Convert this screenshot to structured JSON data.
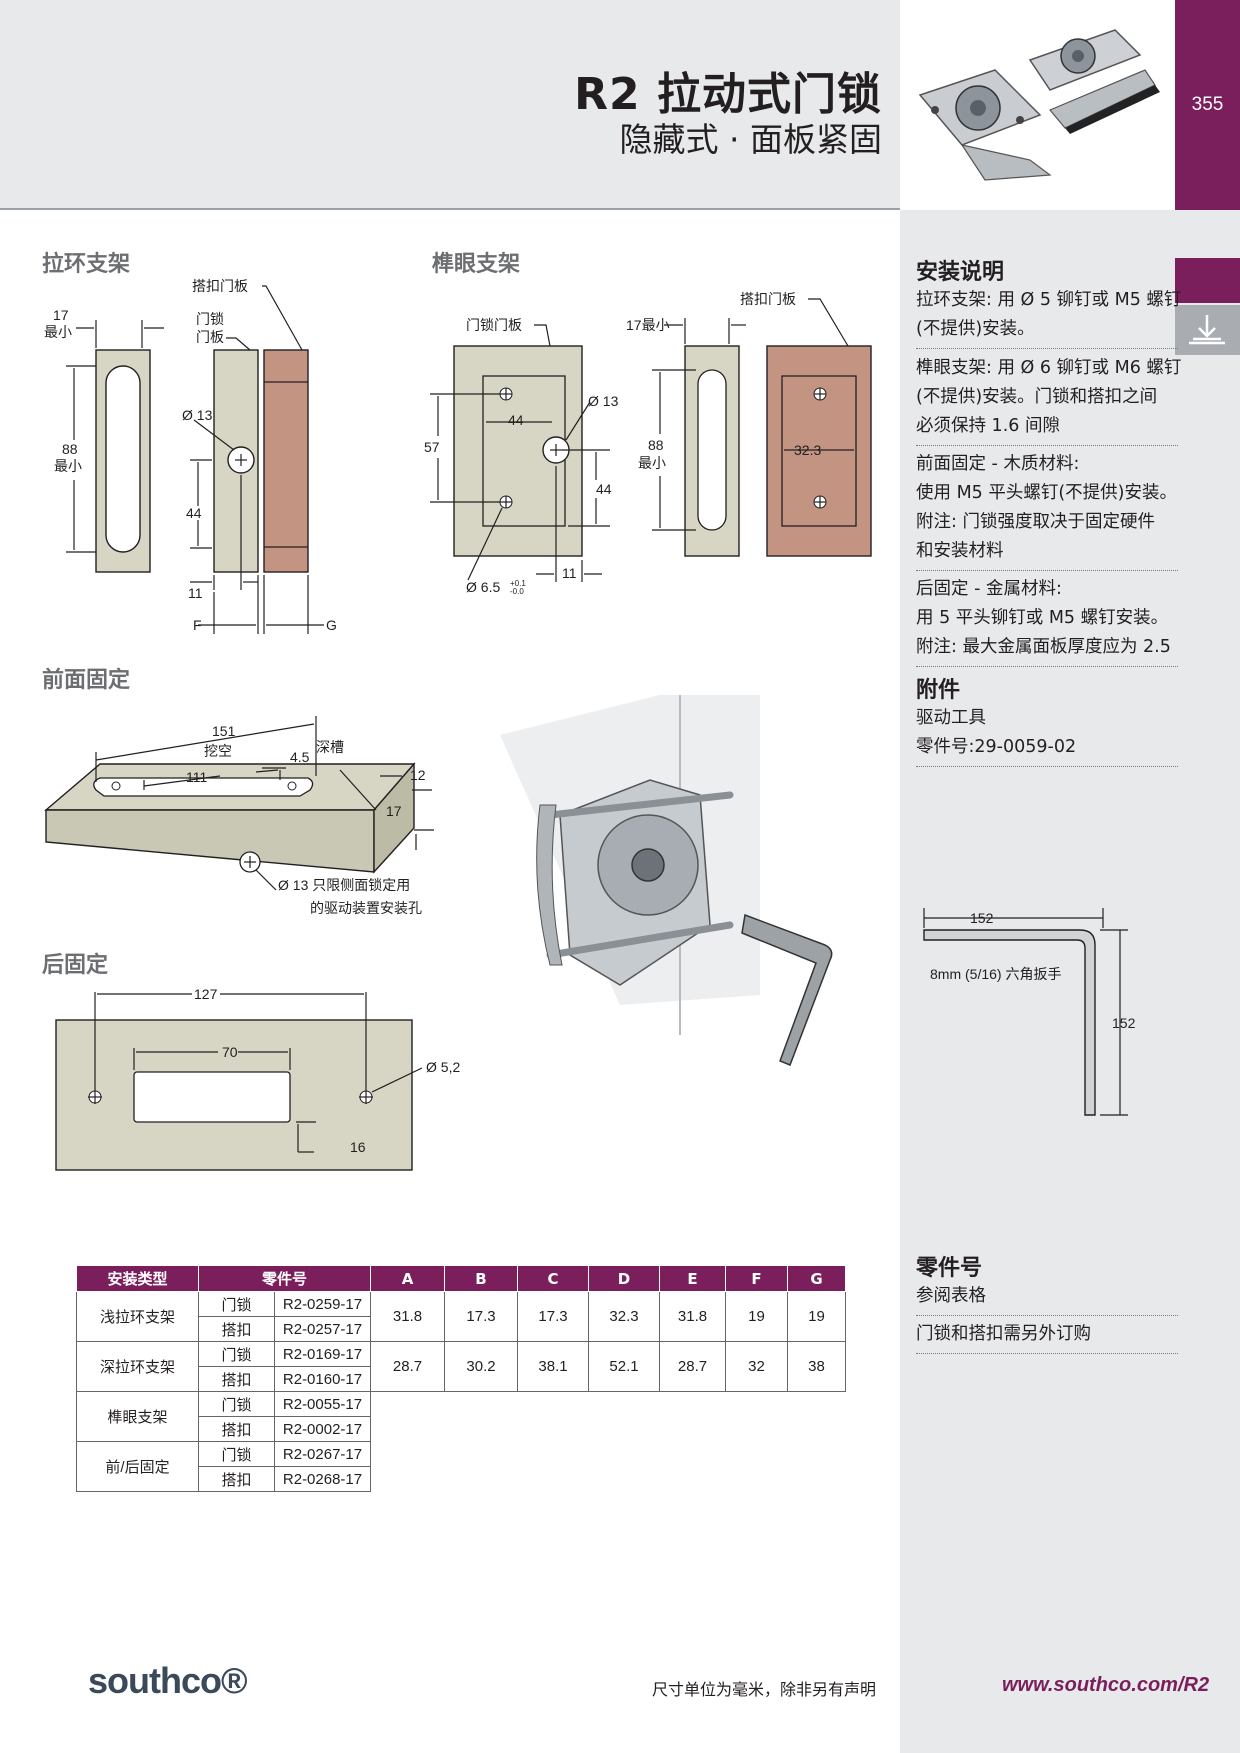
{
  "header": {
    "title": "R2 拉动式门锁",
    "subtitle": "隐藏式 · 面板紧固",
    "page_number": "355",
    "accent_color": "#7b1f5c"
  },
  "sections": {
    "pull_ring": "拉环支架",
    "mortise": "榫眼支架",
    "front": "前面固定",
    "back": "后固定"
  },
  "pull_ring_drawing": {
    "dim_17": "17",
    "min_1": "最小",
    "dim_88": "88",
    "min_2": "最小",
    "hole": "Ø 13",
    "dim_44": "44",
    "dim_11": "11",
    "label_f": "F",
    "label_g": "G",
    "latch_panel_1": "门锁",
    "latch_panel_2": "门板",
    "strike_panel": "搭扣门板"
  },
  "mortise_drawing": {
    "latch_panel": "门锁门板",
    "strike_panel": "搭扣门板",
    "min_17": "17最小",
    "hole_13": "Ø 13",
    "dim_44a": "44",
    "dim_57": "57",
    "dim_44b": "44",
    "dim_88": "88",
    "min": "最小",
    "dim_32_3": "32.3",
    "hole_6_5": "Ø 6.5",
    "tol_plus": "+0.1",
    "tol_minus": "-0.0",
    "dim_11": "11"
  },
  "front_drawing": {
    "dim_151": "151",
    "cutout": "挖空",
    "dim_4_5": "4.5",
    "deep_slot": "深槽",
    "dim_111": "111",
    "dim_12": "12",
    "dim_17": "17",
    "note_1": "Ø 13 只限侧面锁定用",
    "note_2": "的驱动装置安装孔"
  },
  "back_drawing": {
    "dim_127": "127",
    "dim_70": "70",
    "hole": "Ø 5,2",
    "dim_16": "16"
  },
  "wrench_drawing": {
    "dim_152a": "152",
    "label": "8mm (5/16) 六角扳手",
    "dim_152b": "152"
  },
  "sidebar": {
    "install_title": "安装说明",
    "install_blocks": [
      {
        "lines": [
          "拉环支架: 用 Ø 5 铆钉或 M5 螺钉",
          "(不提供)安装。"
        ]
      },
      {
        "lines": [
          "榫眼支架: 用 Ø 6 铆钉或 M6 螺钉",
          "(不提供)安装。门锁和搭扣之间",
          "必须保持 1.6 间隙"
        ]
      },
      {
        "lines": [
          "前面固定 - 木质材料:",
          "使用 M5 平头螺钉(不提供)安装。",
          "附注: 门锁强度取决于固定硬件",
          "和安装材料"
        ]
      },
      {
        "lines": [
          "后固定 - 金属材料:",
          "用 5 平头铆钉或 M5 螺钉安装。",
          "附注: 最大金属面板厚度应为 2.5"
        ]
      }
    ],
    "accessory_title": "附件",
    "accessory_lines": [
      "驱动工具",
      "零件号:29-0059-02"
    ],
    "part_title": "零件号",
    "part_lines": [
      "参阅表格",
      "门锁和搭扣需另外订购"
    ]
  },
  "table": {
    "headers": [
      "安装类型",
      "零件号",
      "A",
      "B",
      "C",
      "D",
      "E",
      "F",
      "G"
    ],
    "groups": [
      {
        "type": "浅拉环支架",
        "rows": [
          {
            "kind": "门锁",
            "part": "R2-0259-17"
          },
          {
            "kind": "搭扣",
            "part": "R2-0257-17"
          }
        ],
        "dims": [
          "31.8",
          "17.3",
          "17.3",
          "32.3",
          "31.8",
          "19",
          "19"
        ]
      },
      {
        "type": "深拉环支架",
        "rows": [
          {
            "kind": "门锁",
            "part": "R2-0169-17"
          },
          {
            "kind": "搭扣",
            "part": "R2-0160-17"
          }
        ],
        "dims": [
          "28.7",
          "30.2",
          "38.1",
          "52.1",
          "28.7",
          "32",
          "38"
        ]
      },
      {
        "type": "榫眼支架",
        "rows": [
          {
            "kind": "门锁",
            "part": "R2-0055-17"
          },
          {
            "kind": "搭扣",
            "part": "R2-0002-17"
          }
        ],
        "dims": []
      },
      {
        "type": "前/后固定",
        "rows": [
          {
            "kind": "门锁",
            "part": "R2-0267-17"
          },
          {
            "kind": "搭扣",
            "part": "R2-0268-17"
          }
        ],
        "dims": []
      }
    ]
  },
  "footer": {
    "logo": "southco®",
    "note": "尺寸单位为毫米，除非另有声明",
    "url": "www.southco.com/R2"
  }
}
